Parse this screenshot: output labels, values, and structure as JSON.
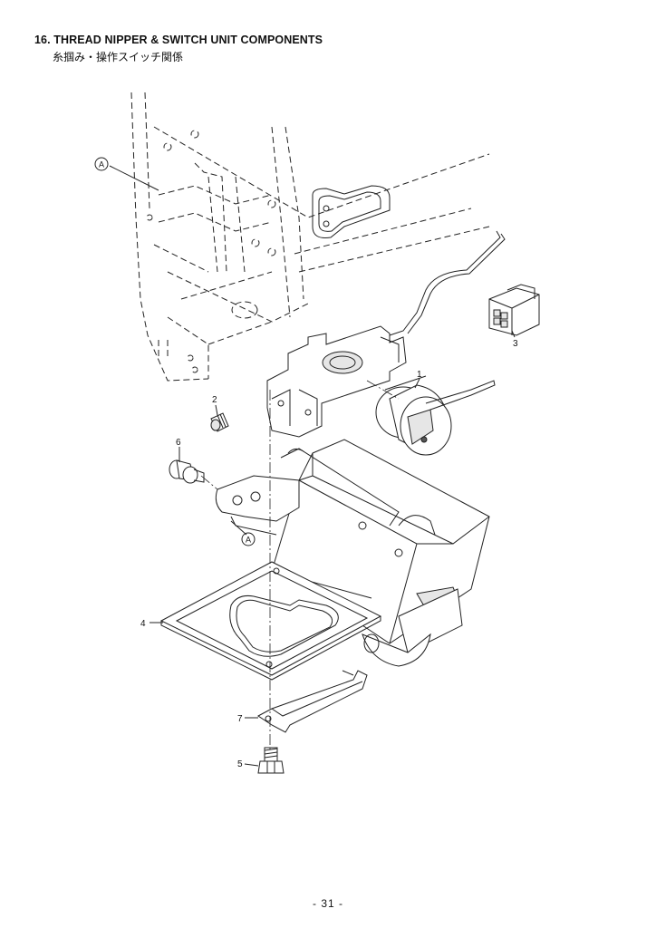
{
  "header": {
    "title": "16. THREAD NIPPER & SWITCH UNIT COMPONENTS",
    "subtitle": "糸掴み・操作スイッチ関係"
  },
  "callouts": {
    "c1": "1",
    "c2": "2",
    "c3": "3",
    "c4": "4",
    "c5": "5",
    "c6": "6",
    "c7": "7"
  },
  "references": {
    "ref_a_top": "A",
    "ref_a_bottom": "A"
  },
  "footer": {
    "page_number": "- 31 -"
  }
}
